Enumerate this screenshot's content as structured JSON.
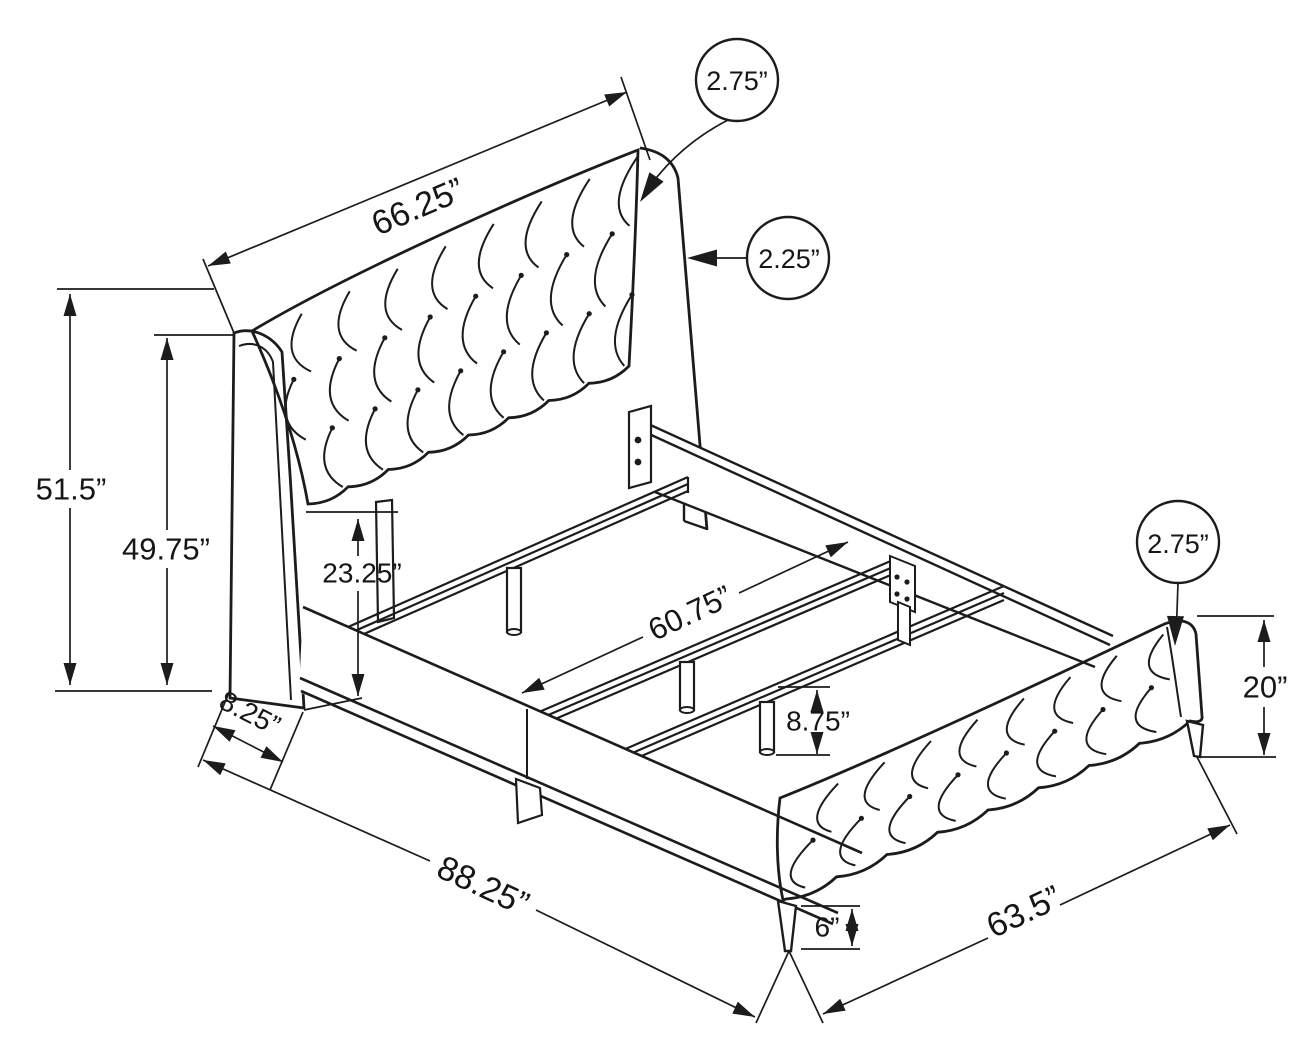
{
  "diagram": {
    "type": "furniture-dimension-diagram",
    "subject": "upholstered tufted bed frame, isometric line drawing with dimensions",
    "unit": "inches",
    "colors": {
      "line": "#1c1c1c",
      "background": "#ffffff",
      "text": "#161616"
    },
    "dimensions": {
      "headboard_width": "66.25”",
      "headboard_panel_thickness": "2.75”",
      "headboard_post_thickness": "2.25”",
      "headboard_height": "51.5”",
      "headboard_wing_height": "49.75”",
      "frame_underside_height": "23.25”",
      "slat_width": "60.75”",
      "headboard_depth": "8.25”",
      "center_leg_height": "8.75”",
      "overall_length": "88.25”",
      "footboard_leg_height": "6”",
      "overall_width": "63.5”",
      "footboard_height": "20”",
      "footboard_thickness": "2.75”"
    }
  }
}
